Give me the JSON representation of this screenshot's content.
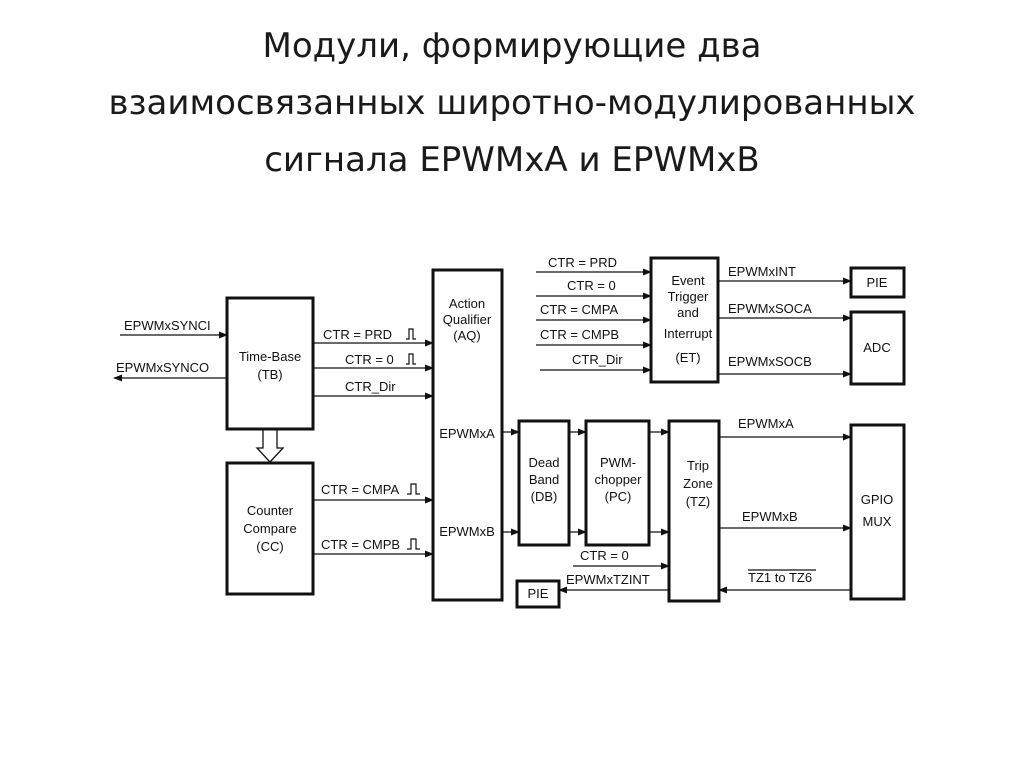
{
  "title": {
    "line1": "Модули,  формирующие два",
    "line2": "взаимосвязанных широтно-модулированных",
    "line3": "сигнала EPWMxA и EPWMxB"
  },
  "blocks": {
    "tb": [
      "Time-Base",
      "(TB)"
    ],
    "cc": [
      "Counter",
      "Compare",
      "(CC)"
    ],
    "aq": [
      "Action",
      "Qualifier",
      "(AQ)"
    ],
    "db": [
      "Dead",
      "Band",
      "(DB)"
    ],
    "pc": [
      "PWM-",
      "chopper",
      "(PC)"
    ],
    "tz": [
      "Trip",
      "Zone",
      "(TZ)"
    ],
    "et": [
      "Event",
      "Trigger",
      "and",
      "Interrupt",
      "(ET)"
    ],
    "pie_top": "PIE",
    "adc": "ADC",
    "gpio": [
      "GPIO",
      "MUX"
    ],
    "pie_bottom": "PIE"
  },
  "signals": {
    "epwmxsynci": "EPWMxSYNCI",
    "epwmxsynco": "EPWMxSYNCO",
    "tb_ctr_prd": "CTR = PRD",
    "tb_ctr_zero": "CTR = 0",
    "tb_ctr_dir": "CTR_Dir",
    "cc_ctr_cmpa": "CTR = CMPA",
    "cc_ctr_cmpb": "CTR = CMPB",
    "aq_epwmxa": "EPWMxA",
    "aq_epwmxb": "EPWMxB",
    "et_ctr_prd": "CTR = PRD",
    "et_ctr_zero": "CTR =  0",
    "et_ctr_cmpa": "CTR = CMPA",
    "et_ctr_cmpb": "CTR = CMPB",
    "et_ctr_dir": "CTR_Dir",
    "epwmxint": "EPWMxINT",
    "epwmxsoca": "EPWMxSOCA",
    "epwmxsocb": "EPWMxSOCB",
    "tz_epwmxa": "EPWMxA",
    "tz_epwmxb": "EPWMxB",
    "tz_ctr_zero": "CTR = 0",
    "epwmxtzint": "EPWMxTZINT",
    "tz_inputs": "TZ1 to TZ6"
  }
}
